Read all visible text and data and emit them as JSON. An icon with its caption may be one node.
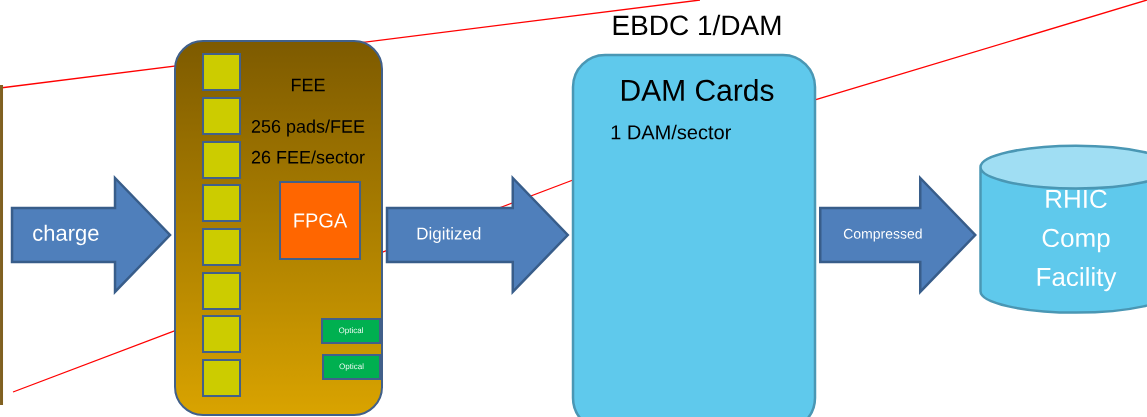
{
  "diagram": {
    "nodes": [
      {
        "text": [
          "FEE",
          "256 pads/FEE",
          "26 FEE/sector"
        ]
      },
      {
        "text": [],
        "shape": "box",
        "in": 0
      },
      {
        "text": [],
        "shape": "box",
        "in": 0
      },
      {
        "text": [],
        "shape": "box",
        "in": 0
      },
      {
        "text": [],
        "shape": "box",
        "in": 0
      },
      {
        "text": [],
        "shape": "box",
        "in": 0
      },
      {
        "text": [],
        "shape": "box",
        "in": 0
      },
      {
        "text": [],
        "shape": "box",
        "in": 0
      },
      {
        "text": [],
        "shape": "box",
        "in": 0
      },
      {
        "text": [
          "FPGA"
        ],
        "in": 0
      },
      {
        "text": [
          "Optical"
        ],
        "in": 0
      },
      {
        "text": [
          "Optical"
        ],
        "in": 0
      },
      {
        "text": [
          "DAM Cards",
          "1 DAM/sector"
        ],
        "beside": [
          "EBDC 1/DAM"
        ]
      },
      {
        "text": [
          "RHIC Comp Facility"
        ]
      }
    ],
    "edges": [
      {
        "from": null,
        "to": 0,
        "arrow": "to",
        "label": "charge"
      },
      {
        "from": 0,
        "to": 12,
        "arrow": "to",
        "label": "Digitized"
      },
      {
        "from": 12,
        "to": 13,
        "arrow": "to",
        "label": "Compressed"
      }
    ]
  }
}
